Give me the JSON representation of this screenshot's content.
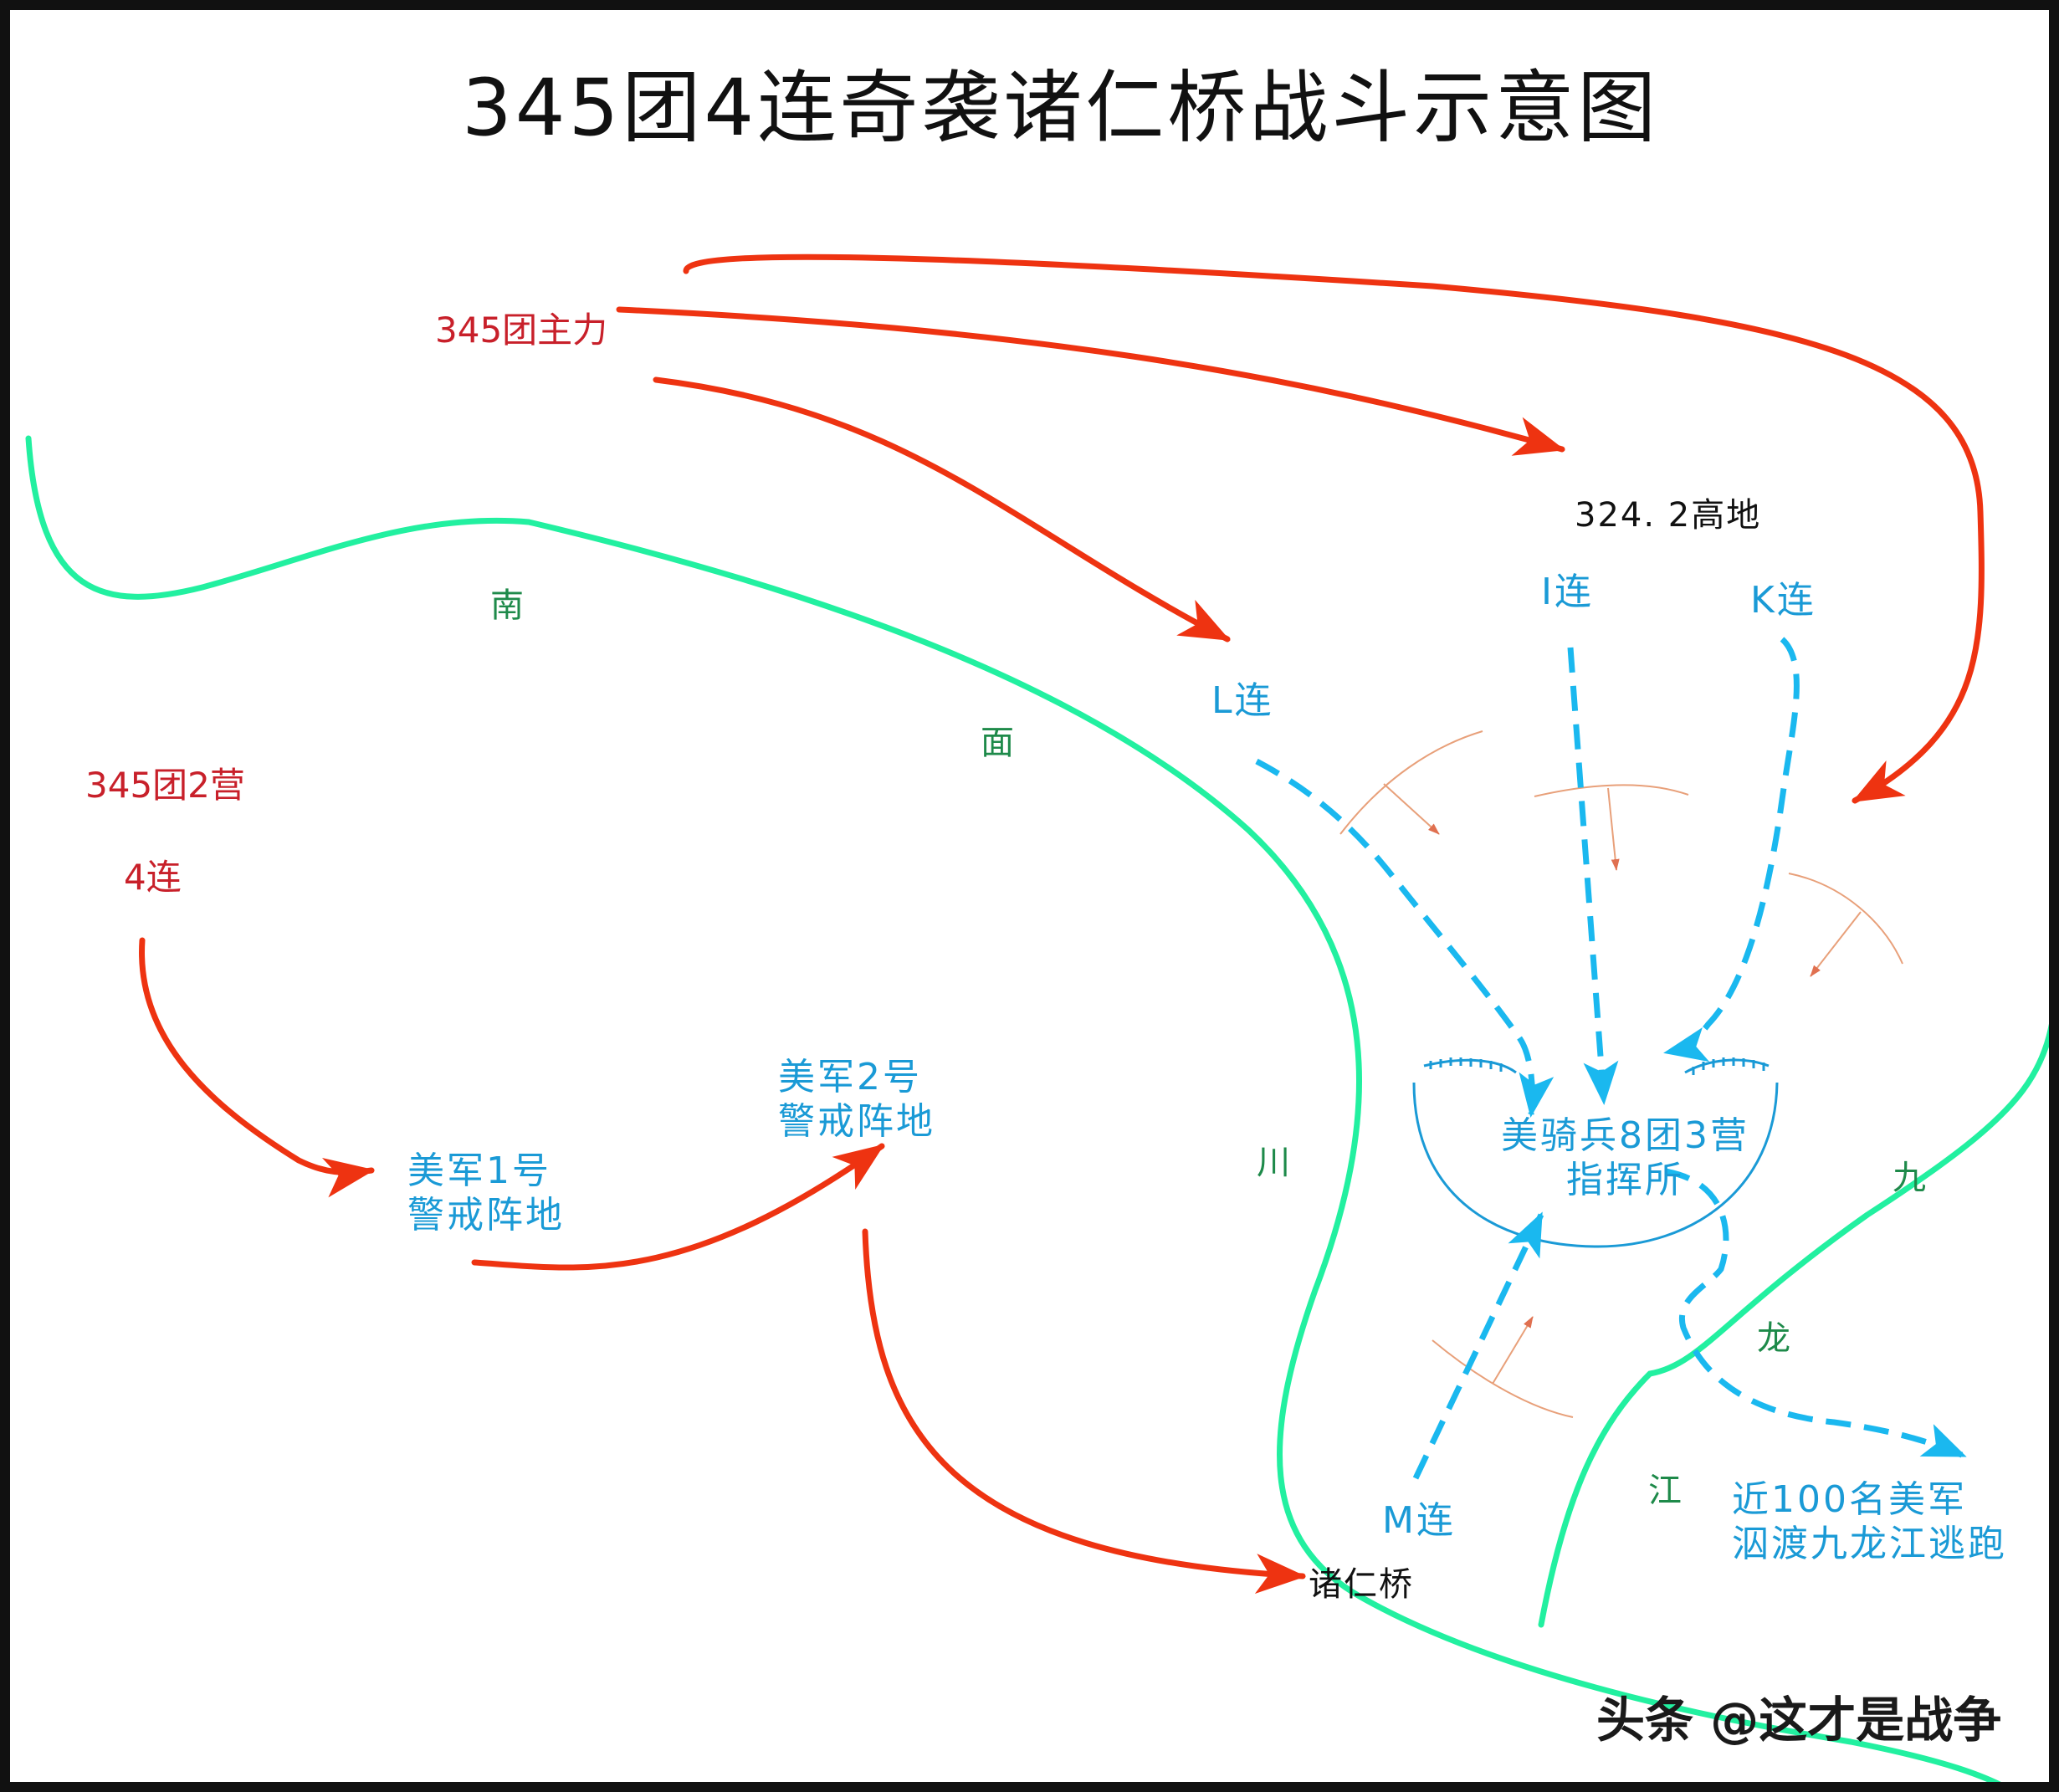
{
  "title": "345团4连奇袭诸仁桥战斗示意图",
  "colors": {
    "attack": "#ee3311",
    "us": "#1ab8ef",
    "river": "#22f0a0",
    "hill": "#e8a07a",
    "red_text": "#c8202a",
    "blue_text": "#1a9ad6",
    "green_text": "#1e8a4a"
  },
  "labels": {
    "main_force": "345团主力",
    "hill": "324. 2高地",
    "battalion": "345团2营",
    "company4": "4连",
    "pos1_line1": "美军1号",
    "pos1_line2": "警戒阵地",
    "pos2_line1": "美军2号",
    "pos2_line2": "警戒阵地",
    "co_i": "I连",
    "co_k": "K连",
    "co_l": "L连",
    "co_m": "M连",
    "hq_line1": "美骑兵8团3营",
    "hq_line2": "指挥所",
    "bridge": "诸仁桥",
    "escape_line1": "近100名美军",
    "escape_line2": "泅渡九龙江逃跑",
    "river_nan": "南",
    "river_mian": "面",
    "river_chuan": "川",
    "river_jiu": "九",
    "river_long": "龙",
    "river_jiang": "江"
  },
  "watermark": "头条 @这才是战争"
}
